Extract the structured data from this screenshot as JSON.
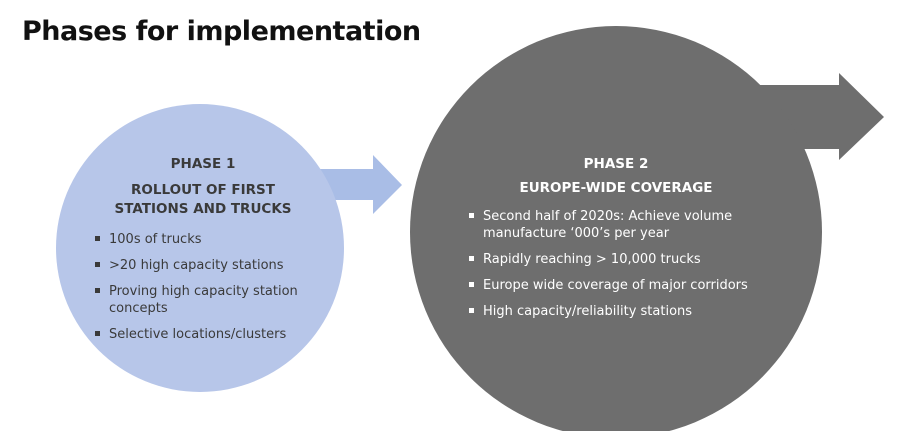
{
  "title": "Phases for implementation",
  "colors": {
    "phase1_circle": "#b7c6e9",
    "phase1_arrow": "#a9bde6",
    "phase2_circle": "#6e6e6e",
    "phase2_arrow": "#6e6e6e",
    "phase1_text": "#3a3a3a",
    "phase2_text": "#ffffff"
  },
  "phases": [
    {
      "label": "PHASE 1",
      "heading": "ROLLOUT OF FIRST\nSTATIONS AND TRUCKS",
      "bullets": [
        "100s of trucks",
        ">20 high capacity stations",
        "Proving high capacity station concepts",
        "Selective locations/clusters"
      ]
    },
    {
      "label": "PHASE 2",
      "heading": "EUROPE-WIDE COVERAGE",
      "bullets": [
        "Second half of 2020s: Achieve volume manufacture ‘000’s per year",
        "Rapidly reaching > 10,000 trucks",
        "Europe wide coverage of major corridors",
        "High capacity/reliability stations"
      ]
    }
  ]
}
